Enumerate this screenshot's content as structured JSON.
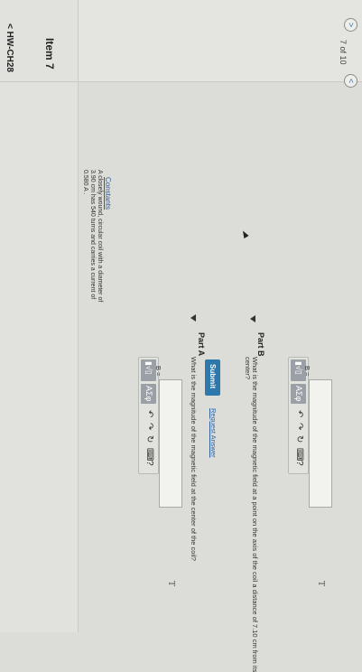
{
  "header": {
    "back_title": "< HW-CH28",
    "item_title": "Item 7",
    "pager": {
      "prev": "<",
      "count": "7 of 10",
      "next": ">"
    }
  },
  "sidebar": {
    "constants_link": "Constants",
    "problem_lines": [
      "A closely wound, circular coil with a diameter of",
      "3.90 cm has 540 turns and carries a current of",
      "0.580 A ."
    ]
  },
  "part_a": {
    "label": "Part A",
    "question": "What is the magnitude of the magnetic field at the center of the coil?",
    "toolbar": {
      "templates_glyph": "▮√▯",
      "symbols_glyph": "ΑΣφ",
      "undo_glyph": "↶",
      "redo_glyph": "↷",
      "reset_glyph": "↻",
      "keyboard_glyph": "⌨",
      "help_glyph": "?"
    },
    "answer_label": "B =",
    "answer_value": "",
    "units_glyph": "T",
    "submit_label": "Submit",
    "request_answer_label": "Request Answer"
  },
  "part_b": {
    "label": "Part B",
    "question_lines": [
      "What is the magnitude of the magnetic field at a point on the axis of the coil a distance of 7.10 cm from its",
      "center?"
    ],
    "toolbar": {
      "templates_glyph": "▮√▯",
      "symbols_glyph": "ΑΣφ",
      "undo_glyph": "↶",
      "redo_glyph": "↷",
      "reset_glyph": "↻",
      "keyboard_glyph": "⌨",
      "help_glyph": "?"
    },
    "answer_label": "B =",
    "answer_value": "",
    "units_glyph": "T"
  }
}
